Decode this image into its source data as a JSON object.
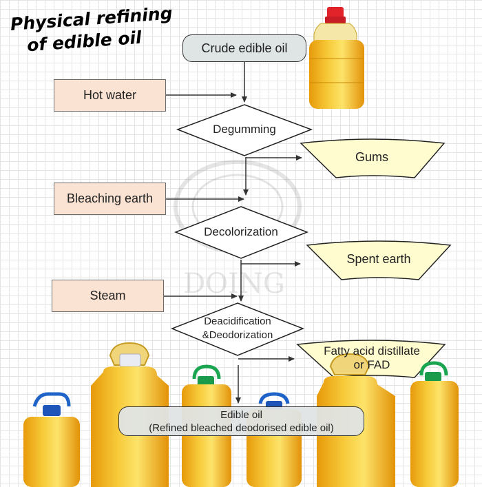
{
  "title": {
    "line1": "Physical refining",
    "line2": "of edible oil"
  },
  "watermark": "DOING",
  "start": "Crude edible oil",
  "inputs": {
    "hot_water": "Hot water",
    "bleaching_earth": "Bleaching earth",
    "steam": "Steam"
  },
  "steps": {
    "degumming": "Degumming",
    "decolorization": "Decolorization",
    "deacid_line1": "Deacidification",
    "deacid_line2": "&Deodorization"
  },
  "byproducts": {
    "gums": "Gums",
    "spent_earth": "Spent earth",
    "fad_line1": "Fatty acid distillate",
    "fad_line2": "or FAD"
  },
  "product": {
    "line1": "Edible oil",
    "line2": "(Refined bleached deodorised edible oil)"
  },
  "colors": {
    "input_fill": "#fbe3d4",
    "byproduct_fill": "#fffdd0",
    "start_fill": "#dfe4e4",
    "oil": "#f2b418"
  }
}
